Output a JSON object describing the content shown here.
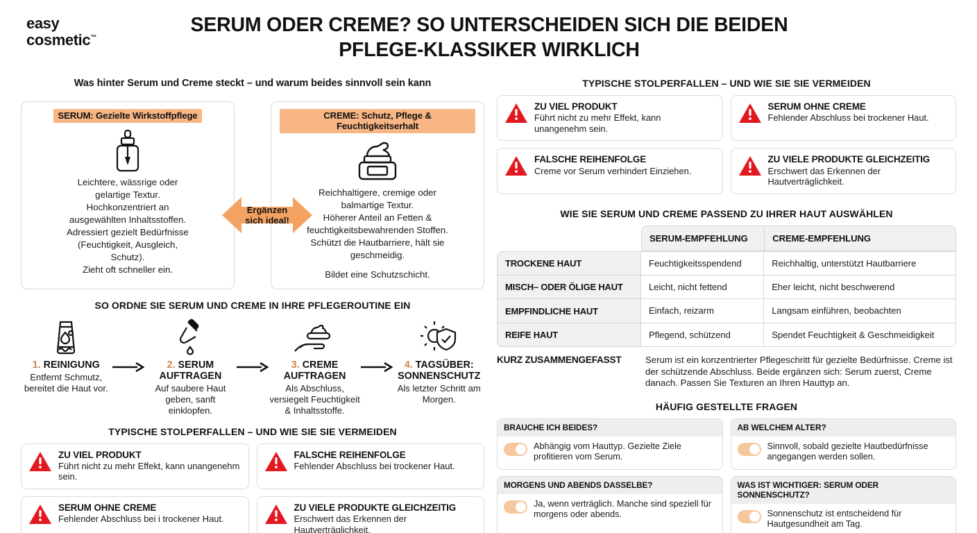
{
  "brand": {
    "line1": "easy",
    "line2": "cosmetic",
    "tm": "™"
  },
  "title": "SERUM ODER CREME? SO UNTERSCHEIDEN SICH DIE BEIDEN PFLEGE-KLASSIKER WIRKLICH",
  "colors": {
    "accent_orange": "#f7b684",
    "step_number": "#d2854c",
    "warning_red": "#e3181f",
    "header_grey": "#f1f1f1"
  },
  "compare": {
    "section_title": "Was hinter Serum und Creme steckt – und warum beides sinnvoll sein kann",
    "serum": {
      "head": "SERUM: Gezielte Wirkstoffpflege",
      "icon": "dropper-bottle-icon",
      "lines": [
        "Leichtere, wässrige oder",
        "gelartige Textur.",
        "Hochkonzentriert an",
        "ausgewählten Inhaltsstoffen.",
        "Adressiert gezielt Bedürfnisse",
        "(Feuchtigkeit, Ausgleich,",
        "Schutz).",
        "Zieht oft schneller ein."
      ]
    },
    "creme": {
      "head": "CREME: Schutz, Pflege & Feuchtigkeitserhalt",
      "icon": "cream-jar-icon",
      "lines": [
        "Reichhaltigere, cremige oder",
        "balmartige Textur.",
        "Höherer Anteil an Fetten &",
        "feuchtigkeitsbewahrenden Stoffen.",
        "Schützt die Hautbarriere, hält sie",
        "geschmeidig."
      ],
      "footer": "Bildet eine Schutzschicht."
    },
    "badge": {
      "line1": "Ergänzen",
      "line2": "sich ideal!",
      "icon": "double-arrow-icon"
    }
  },
  "routine": {
    "section_title": "SO ORDNE SIE SERUM UND CREME IN IHRE PFLEGEROUTINE EIN",
    "steps": [
      {
        "num": "1.",
        "title": "REINIGUNG",
        "desc": "Entfernt Schmutz, bereitet die Haut vor.",
        "icon": "cleanser-tube-icon"
      },
      {
        "num": "2.",
        "title": "SERUM AUFTRAGEN",
        "desc": "Auf saubere Haut geben, sanft einklopfen.",
        "icon": "dropper-icon"
      },
      {
        "num": "3.",
        "title": "CREME AUFTRAGEN",
        "desc": "Als Abschluss, versiegelt Feuchtigkeit & Inhaltsstoffe.",
        "icon": "hand-cream-icon"
      },
      {
        "num": "4.",
        "title": "TAGSÜBER: SONNENSCHUTZ",
        "desc": "Als letzter Schritt am Morgen.",
        "icon": "sun-shield-icon"
      }
    ]
  },
  "pitfalls_left": {
    "section_title": "TYPISCHE STOLPERFALLEN – UND WIE SIE SIE VERMEIDEN",
    "items": [
      {
        "title": "ZU VIEL PRODUKT",
        "desc": "Führt nicht zu mehr Effekt, kann unangenehm sein.",
        "icon": "warning-triangle-icon"
      },
      {
        "title": "FALSCHE REIHENFOLGE",
        "desc": "Fehlender Abschluss bei trockener Haut.",
        "icon": "warning-triangle-icon"
      },
      {
        "title": "SERUM OHNE CREME",
        "desc": "Fehlender Abschluss bei i trockener Haut.",
        "icon": "warning-triangle-icon"
      },
      {
        "title": "ZU VIELE PRODUKTE GLEICHZEITIG",
        "desc": "Erschwert das Erkennen der Hautverträglichkeit.",
        "icon": "warning-triangle-icon"
      }
    ]
  },
  "pitfalls_right": {
    "section_title": "TYPISCHE STOLPERFALLEN – UND WIE SIE SIE VERMEIDEN",
    "items": [
      {
        "title": "ZU VIEL PRODUKT",
        "desc": "Führt nicht zu mehr Effekt, kann unangenehm sein.",
        "icon": "warning-triangle-icon"
      },
      {
        "title": "SERUM OHNE CREME",
        "desc": "Fehlender Abschluss bei trockener Haut.",
        "icon": "warning-triangle-icon"
      },
      {
        "title": "FALSCHE REIHENFOLGE",
        "desc": "Creme vor Serum verhindert Einziehen.",
        "icon": "warning-triangle-icon"
      },
      {
        "title": "ZU VIELE PRODUKTE GLEICHZEITIG",
        "desc": "Erschwert das Erkennen der Hautverträglichkeit.",
        "icon": "warning-triangle-icon"
      }
    ]
  },
  "table": {
    "section_title": "WIE SIE SERUM UND CREME PASSEND ZU IHRER HAUT AUSWÄHLEN",
    "columns": [
      "",
      "SERUM-EMPFEHLUNG",
      "CREME-EMPFEHLUNG"
    ],
    "rows": [
      {
        "skin": "TROCKENE HAUT",
        "serum": "Feuchtigkeitsspendend",
        "creme": "Reichhaltig, unterstützt Hautbarriere"
      },
      {
        "skin": "MISCH– ODER ÖLIGE HAUT",
        "serum": "Leicht, nicht fettend",
        "creme": "Eher leicht, nicht beschwerend"
      },
      {
        "skin": "EMPFINDLICHE HAUT",
        "serum": "Einfach, reizarm",
        "creme": "Langsam einführen, beobachten"
      },
      {
        "skin": "REIFE HAUT",
        "serum": "Pflegend, schützend",
        "creme": "Spendet Feuchtigkeit & Geschmeidigkeit"
      }
    ]
  },
  "summary": {
    "label": "KURZ ZUSAMMENGEFASST",
    "text": "Serum ist ein konzentrierter Pflegeschritt für gezielte Bedürfnisse. Creme ist der schützende Abschluss. Beide ergänzen sich: Serum zuerst, Creme danach. Passen Sie Texturen an Ihren Hauttyp an."
  },
  "faq": {
    "section_title": "HÄUFIG GESTELLTE FRAGEN",
    "items": [
      {
        "q": "BRAUCHE ICH BEIDES?",
        "a": "Abhängig vom Hauttyp. Gezielte Ziele profitieren vom Serum.",
        "toggle": "toggle-on"
      },
      {
        "q": "AB WELCHEM ALTER?",
        "a": "Sinnvoll, sobald gezielte Hautbedürfnisse angegangen werden sollen.",
        "toggle": "toggle-on"
      },
      {
        "q": "MORGENS UND ABENDS DASSELBE?",
        "a": "Ja, wenn verträglich. Manche sind speziell für morgens oder abends.",
        "toggle": "toggle-on"
      },
      {
        "q": "WAS IST WICHTIGER: SERUM ODER SONNENSCHUTZ?",
        "a": "Sonnenschutz ist entscheidend für Hautgesundheit am Tag.",
        "toggle": "toggle-on"
      }
    ]
  }
}
